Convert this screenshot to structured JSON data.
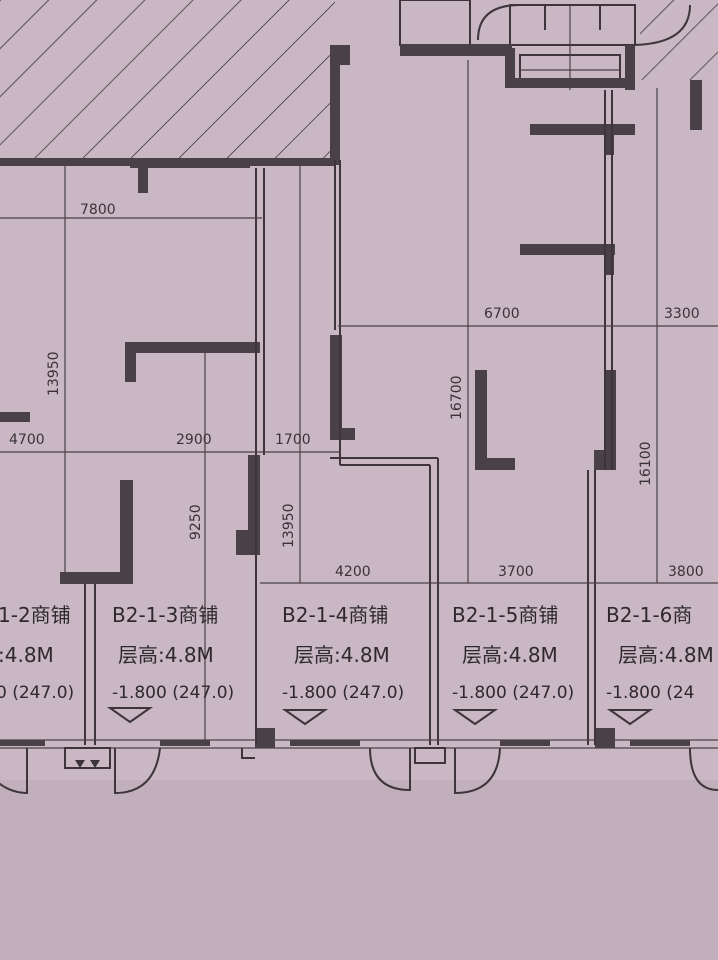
{
  "dimensions": {
    "d7800": "7800",
    "d13950a": "13950",
    "d4700": "4700",
    "d2900": "2900",
    "d1700": "1700",
    "d9250": "9250",
    "d13950b": "13950",
    "d6700": "6700",
    "d3300": "3300",
    "d16700": "16700",
    "d16100": "16100",
    "d4200": "4200",
    "d3700": "3700",
    "d3800": "3800"
  },
  "units": [
    {
      "name": "1-2商铺",
      "height": ":4.8M",
      "level": "0 (247.0)"
    },
    {
      "name": "B2-1-3商铺",
      "height": "层高:4.8M",
      "level": "-1.800 (247.0)"
    },
    {
      "name": "B2-1-4商铺",
      "height": "层高:4.8M",
      "level": "-1.800 (247.0)"
    },
    {
      "name": "B2-1-5商铺",
      "height": "层高:4.8M",
      "level": "-1.800 (247.0)"
    },
    {
      "name": "B2-1-6商",
      "height": "层高:4.8M",
      "level": "-1.800 (24"
    }
  ],
  "colors": {
    "paper": "#c9b8c4",
    "ink": "#3d353a",
    "wall": "#4a4147"
  }
}
